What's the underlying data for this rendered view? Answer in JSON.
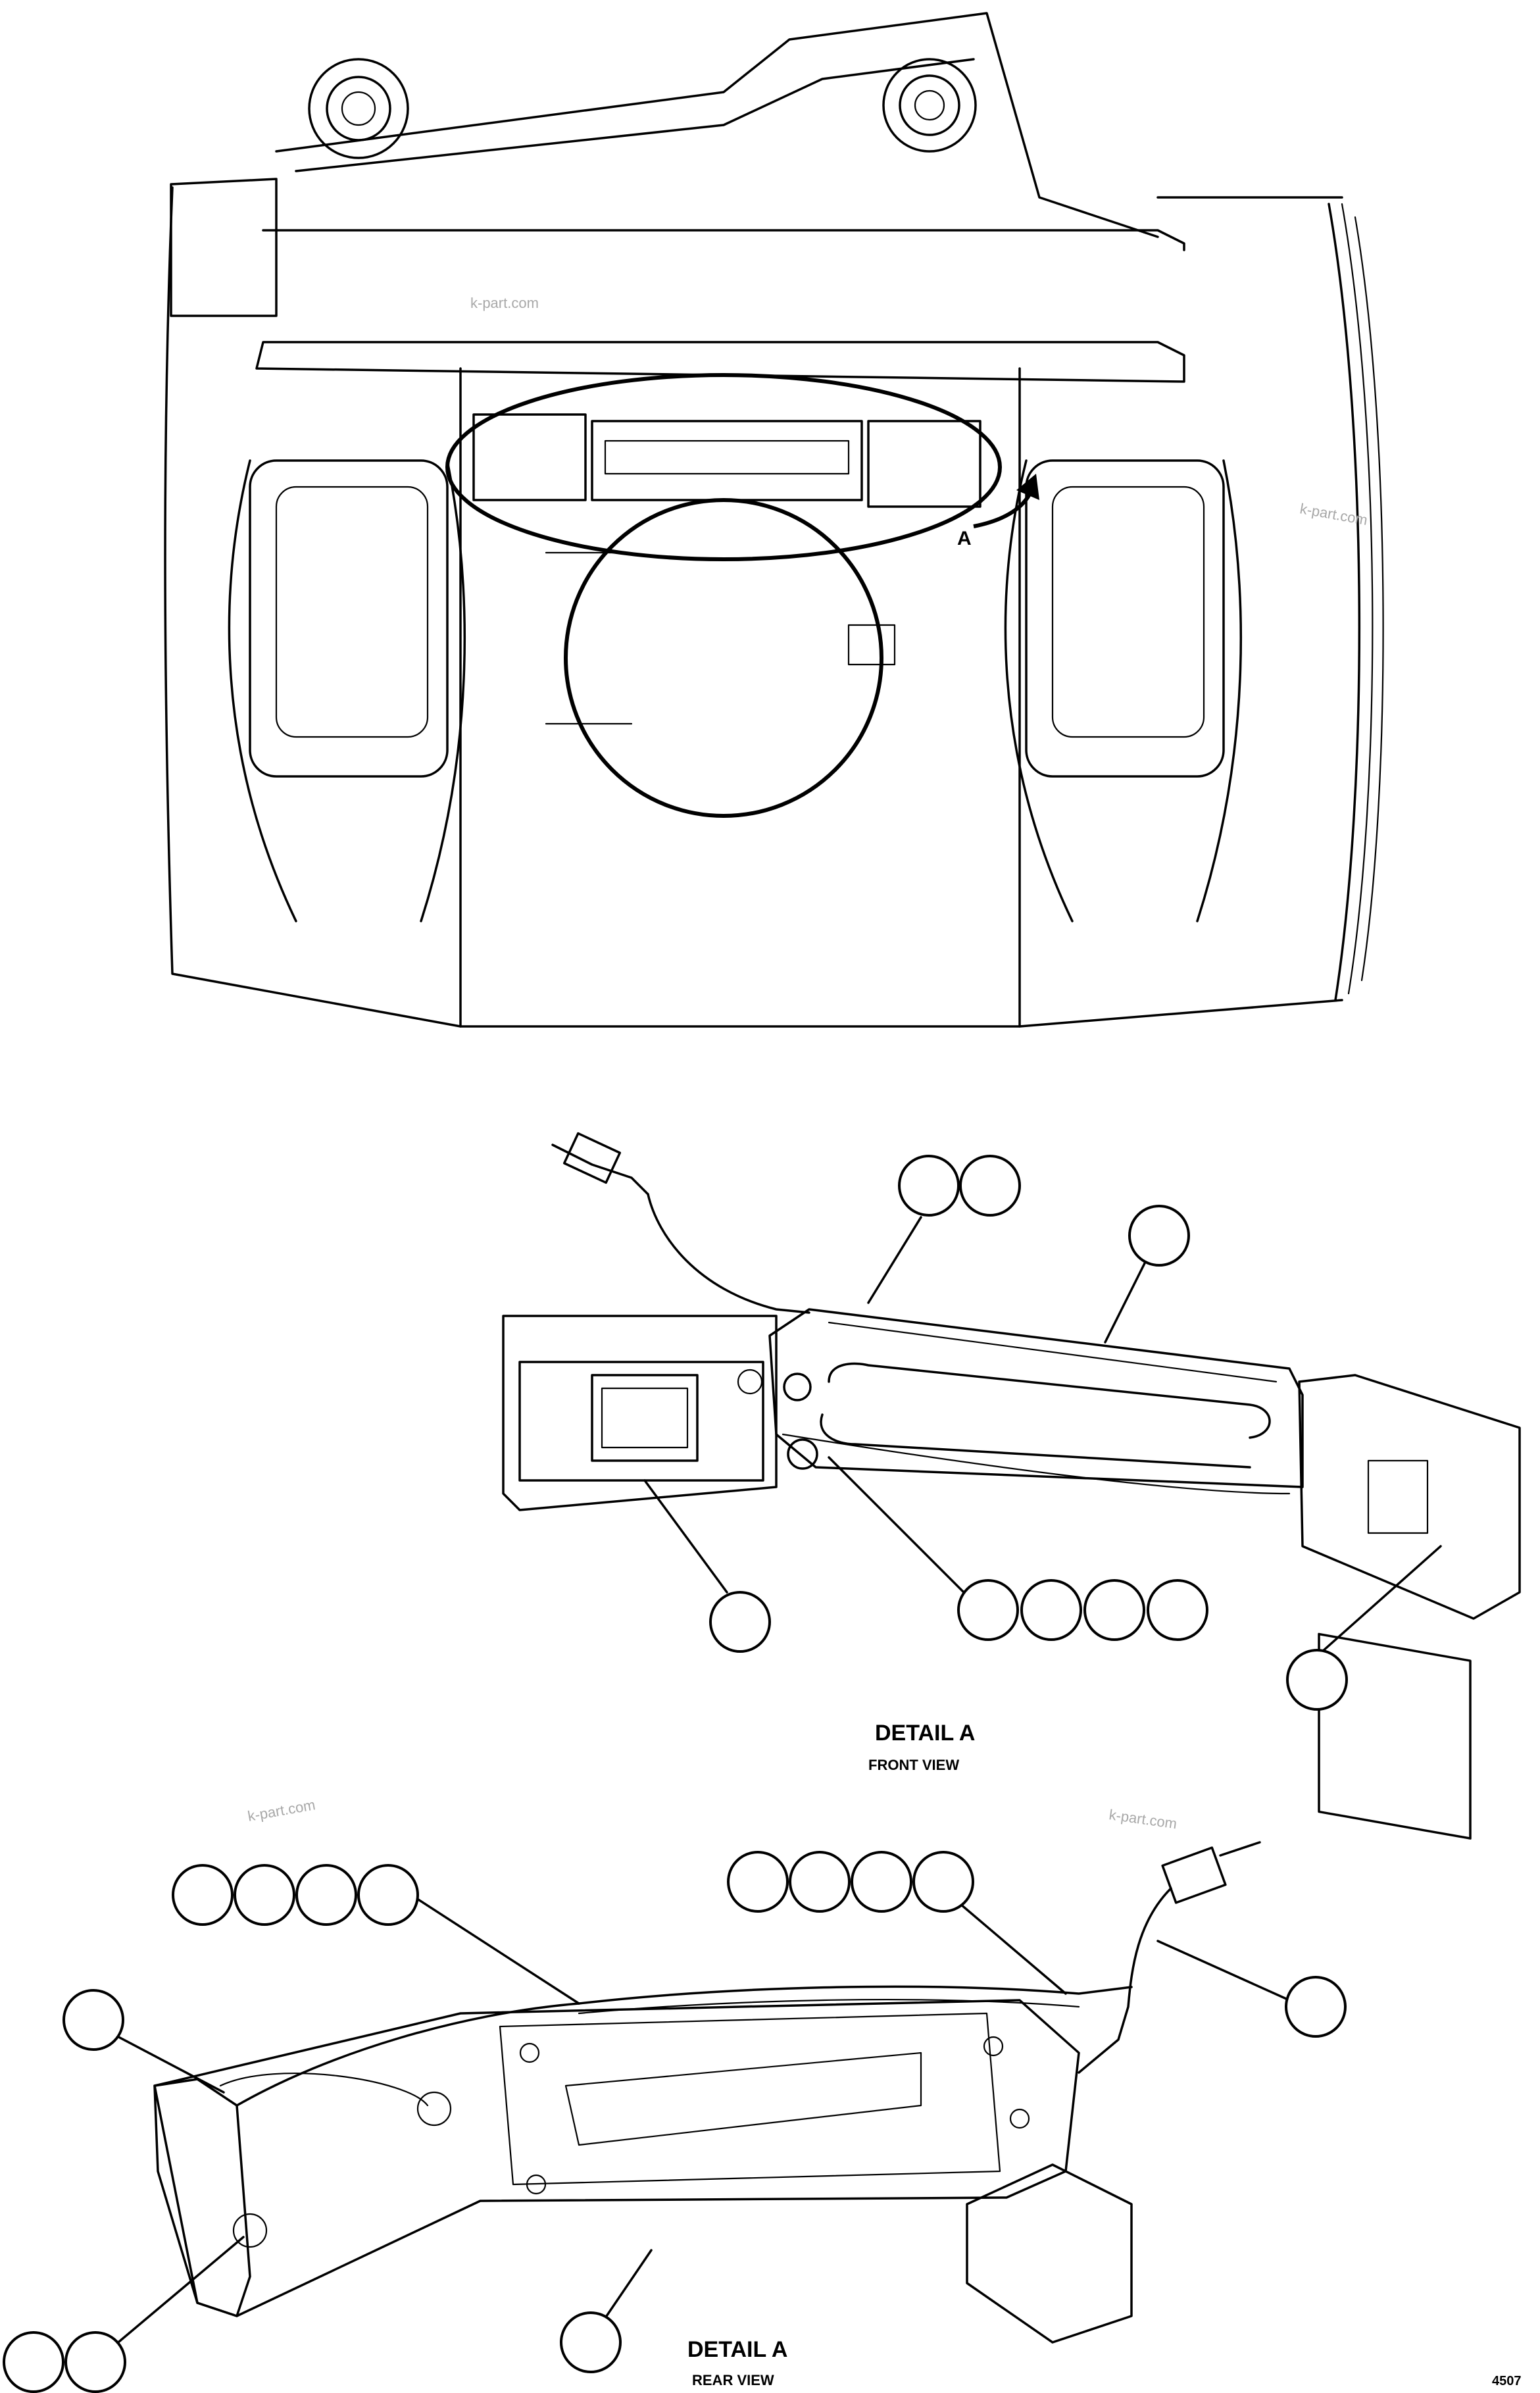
{
  "watermark": "k-part.com",
  "overview": {
    "detail_marker": "A"
  },
  "detail_front": {
    "title": "DETAIL A",
    "subtitle": "FRONT VIEW"
  },
  "detail_rear": {
    "title": "DETAIL A",
    "subtitle": "REAR VIEW"
  },
  "drawing_number": "4507"
}
